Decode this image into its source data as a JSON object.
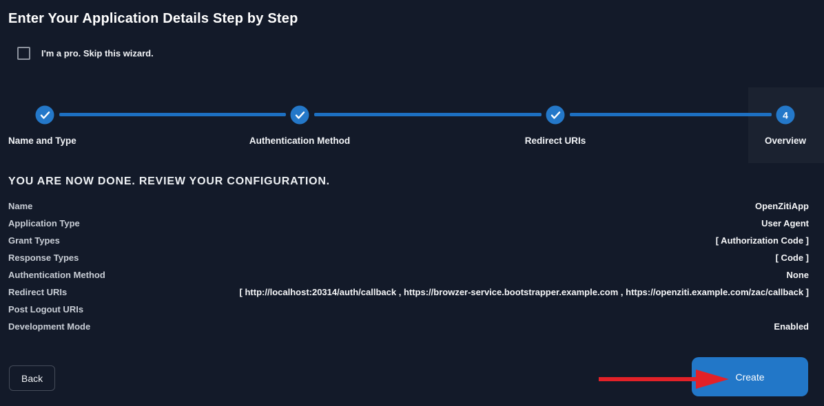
{
  "header": {
    "title": "Enter Your Application Details Step by Step"
  },
  "skip": {
    "label": "I'm a pro. Skip this wizard.",
    "checked": false
  },
  "stepper": {
    "steps": [
      {
        "label": "Name and Type",
        "status": "done",
        "icon": "check-icon"
      },
      {
        "label": "Authentication Method",
        "status": "done",
        "icon": "check-icon"
      },
      {
        "label": "Redirect URIs",
        "status": "done",
        "icon": "check-icon"
      },
      {
        "label": "Overview",
        "status": "active",
        "number": "4"
      }
    ]
  },
  "review": {
    "heading": "YOU ARE NOW DONE. REVIEW YOUR CONFIGURATION.",
    "rows": [
      {
        "label": "Name",
        "value": "OpenZitiApp"
      },
      {
        "label": "Application Type",
        "value": "User Agent"
      },
      {
        "label": "Grant Types",
        "value": "[ Authorization Code ]"
      },
      {
        "label": "Response Types",
        "value": "[ Code ]"
      },
      {
        "label": "Authentication Method",
        "value": "None"
      },
      {
        "label": "Redirect URIs",
        "value": "[ http://localhost:20314/auth/callback , https://browzer-service.bootstrapper.example.com , https://openziti.example.com/zac/callback ]"
      },
      {
        "label": "Post Logout URIs",
        "value": ""
      },
      {
        "label": "Development Mode",
        "value": "Enabled"
      }
    ]
  },
  "actions": {
    "back_label": "Back",
    "create_label": "Create"
  },
  "colors": {
    "background": "#131a29",
    "accent_blue": "#2478c9",
    "line_blue": "#1d70c2",
    "button_blue": "#2277c8",
    "arrow_red": "#e32128"
  }
}
